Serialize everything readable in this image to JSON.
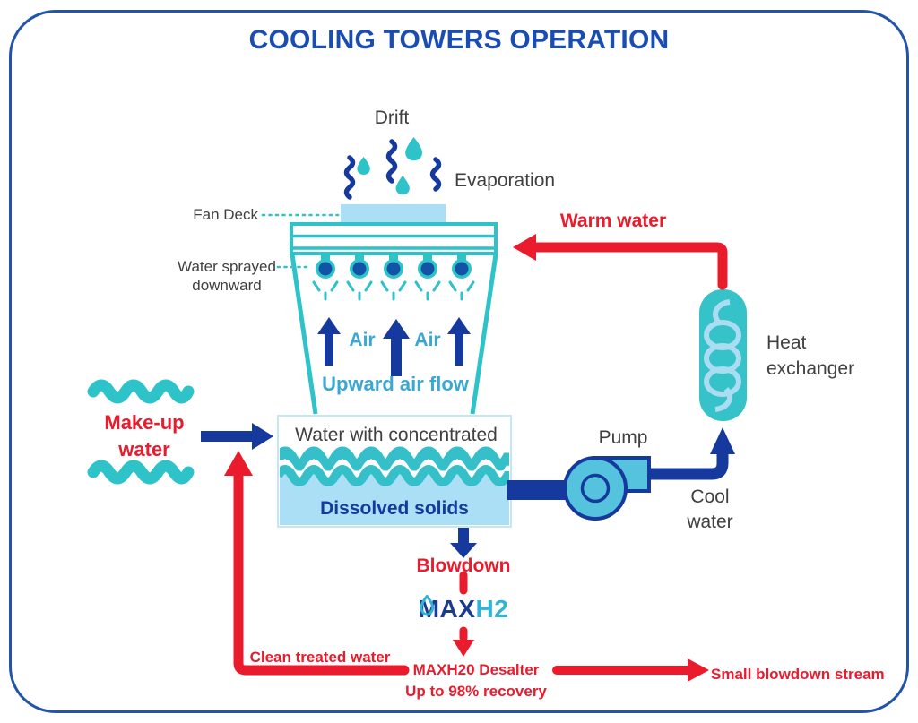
{
  "title": "COOLING TOWERS OPERATION",
  "colors": {
    "outline_blue": "#2255A9",
    "title_blue": "#1A4DB2",
    "navy": "#16399E",
    "teal": "#2EC2C9",
    "light_blue": "#ABDFF5",
    "cyan_text": "#3AA8D3",
    "red": "#EA1B2D",
    "gray_text": "#404040",
    "nozzle_blue": "#1253A5",
    "pump_fill": "#55C3DE",
    "logo_navy": "#1B3A92",
    "logo_cyan": "#2FB4D8"
  },
  "tower": {
    "drift": "Drift",
    "evaporation": "Evaporation",
    "fan_deck": "Fan Deck",
    "spray_line1": "Water sprayed",
    "spray_line2": "downward",
    "air1": "Air",
    "air2": "Air",
    "upward_air_flow": "Upward air flow",
    "basin_line1": "Water with concentrated",
    "basin_line2": "Dissolved solids"
  },
  "equipment": {
    "pump": "Pump",
    "heat_exchanger_line1": "Heat",
    "heat_exchanger_line2": "exchanger"
  },
  "streams": {
    "warm_water": "Warm water",
    "cool_water_line1": "Cool",
    "cool_water_line2": "water",
    "makeup_line1": "Make-up",
    "makeup_line2": "water",
    "blowdown": "Blowdown",
    "clean_treated_water": "Clean treated water",
    "small_blowdown_stream": "Small blowdown stream"
  },
  "brand": {
    "logo_max": "MAX",
    "logo_h2": "H2",
    "desalter_bold": "MAX",
    "desalter_rest": "H20 Desalter",
    "recovery": "Up to 98% recovery"
  }
}
